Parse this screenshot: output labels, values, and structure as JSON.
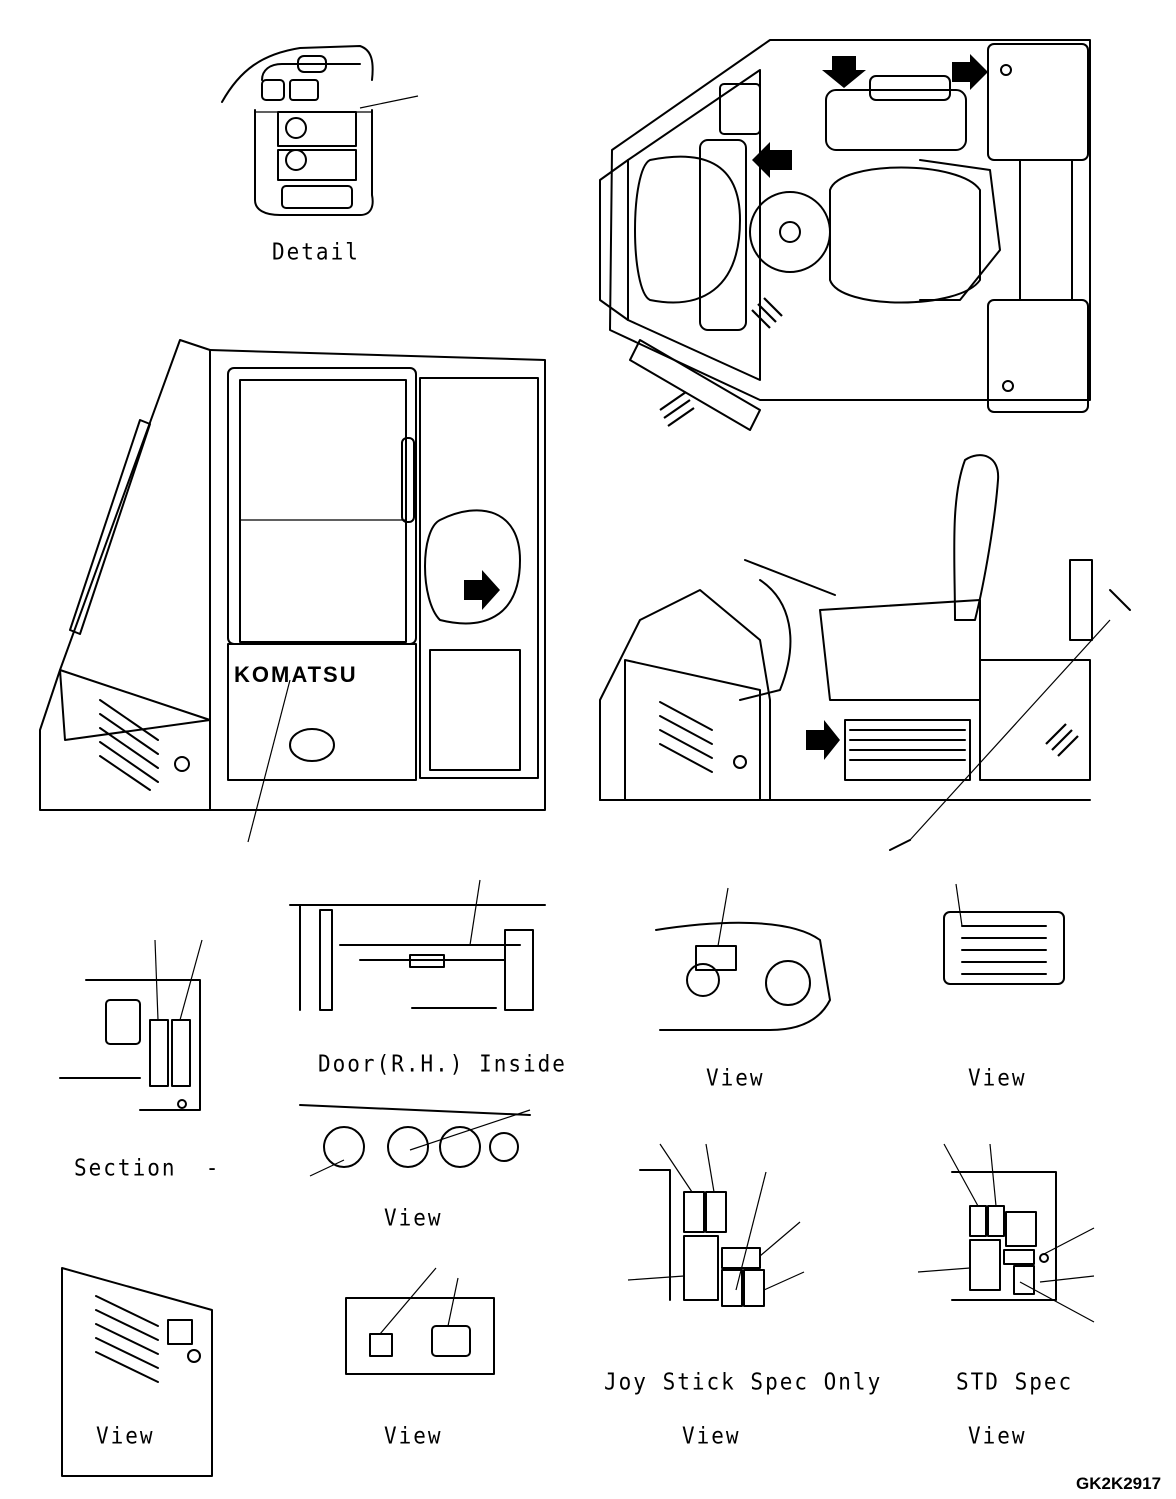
{
  "captions": {
    "detail": "Detail",
    "door_inside": "Door(R.H.) Inside",
    "section": "Section  -",
    "view_a": "View",
    "view_b": "View",
    "view_c": "View",
    "joystick": "Joy Stick Spec Only",
    "std_spec": "STD Spec",
    "view_d": "View",
    "view_e": "View",
    "view_f": "View",
    "view_g": "View"
  },
  "cab_brand": "KOMATSU",
  "drawing_code": "GK2K2917",
  "icons": [
    "arrow-right-icon",
    "arrow-down-icon",
    "arrow-left-icon",
    "arrow-diagonal-icon"
  ],
  "ink_color": "#000000"
}
